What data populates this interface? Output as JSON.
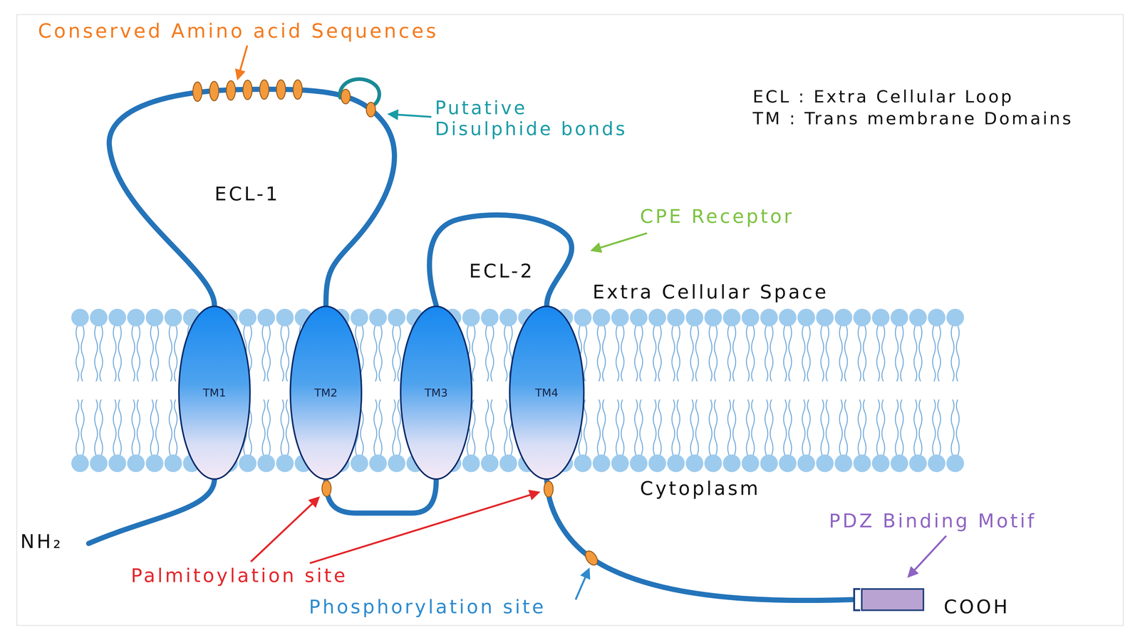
{
  "diagram": {
    "nodes": [
      {
        "text": [
          "TM1"
        ]
      },
      {
        "text": [
          "TM2"
        ]
      },
      {
        "text": [
          "TM3"
        ]
      },
      {
        "text": [
          "TM4"
        ]
      }
    ],
    "edges": [
      {
        "from": 0,
        "to": 1,
        "arrow": "none"
      },
      {
        "from": 1,
        "to": 2,
        "arrow": "none"
      },
      {
        "from": 2,
        "to": 3,
        "arrow": "none"
      }
    ],
    "labels": [
      "Conserved Amino acid Sequences",
      "Putative Disulphide bonds",
      "ECL : Extra Cellular Loop",
      "TM : Trans membrane Domains",
      "ECL-1",
      "CPE Receptor",
      "ECL-2",
      "Extra Cellular Space",
      "Cytoplasm",
      "NH₂",
      "Palmitoylation site",
      "PDZ Binding Motif",
      "Phosphorylation site",
      "COOH"
    ]
  }
}
